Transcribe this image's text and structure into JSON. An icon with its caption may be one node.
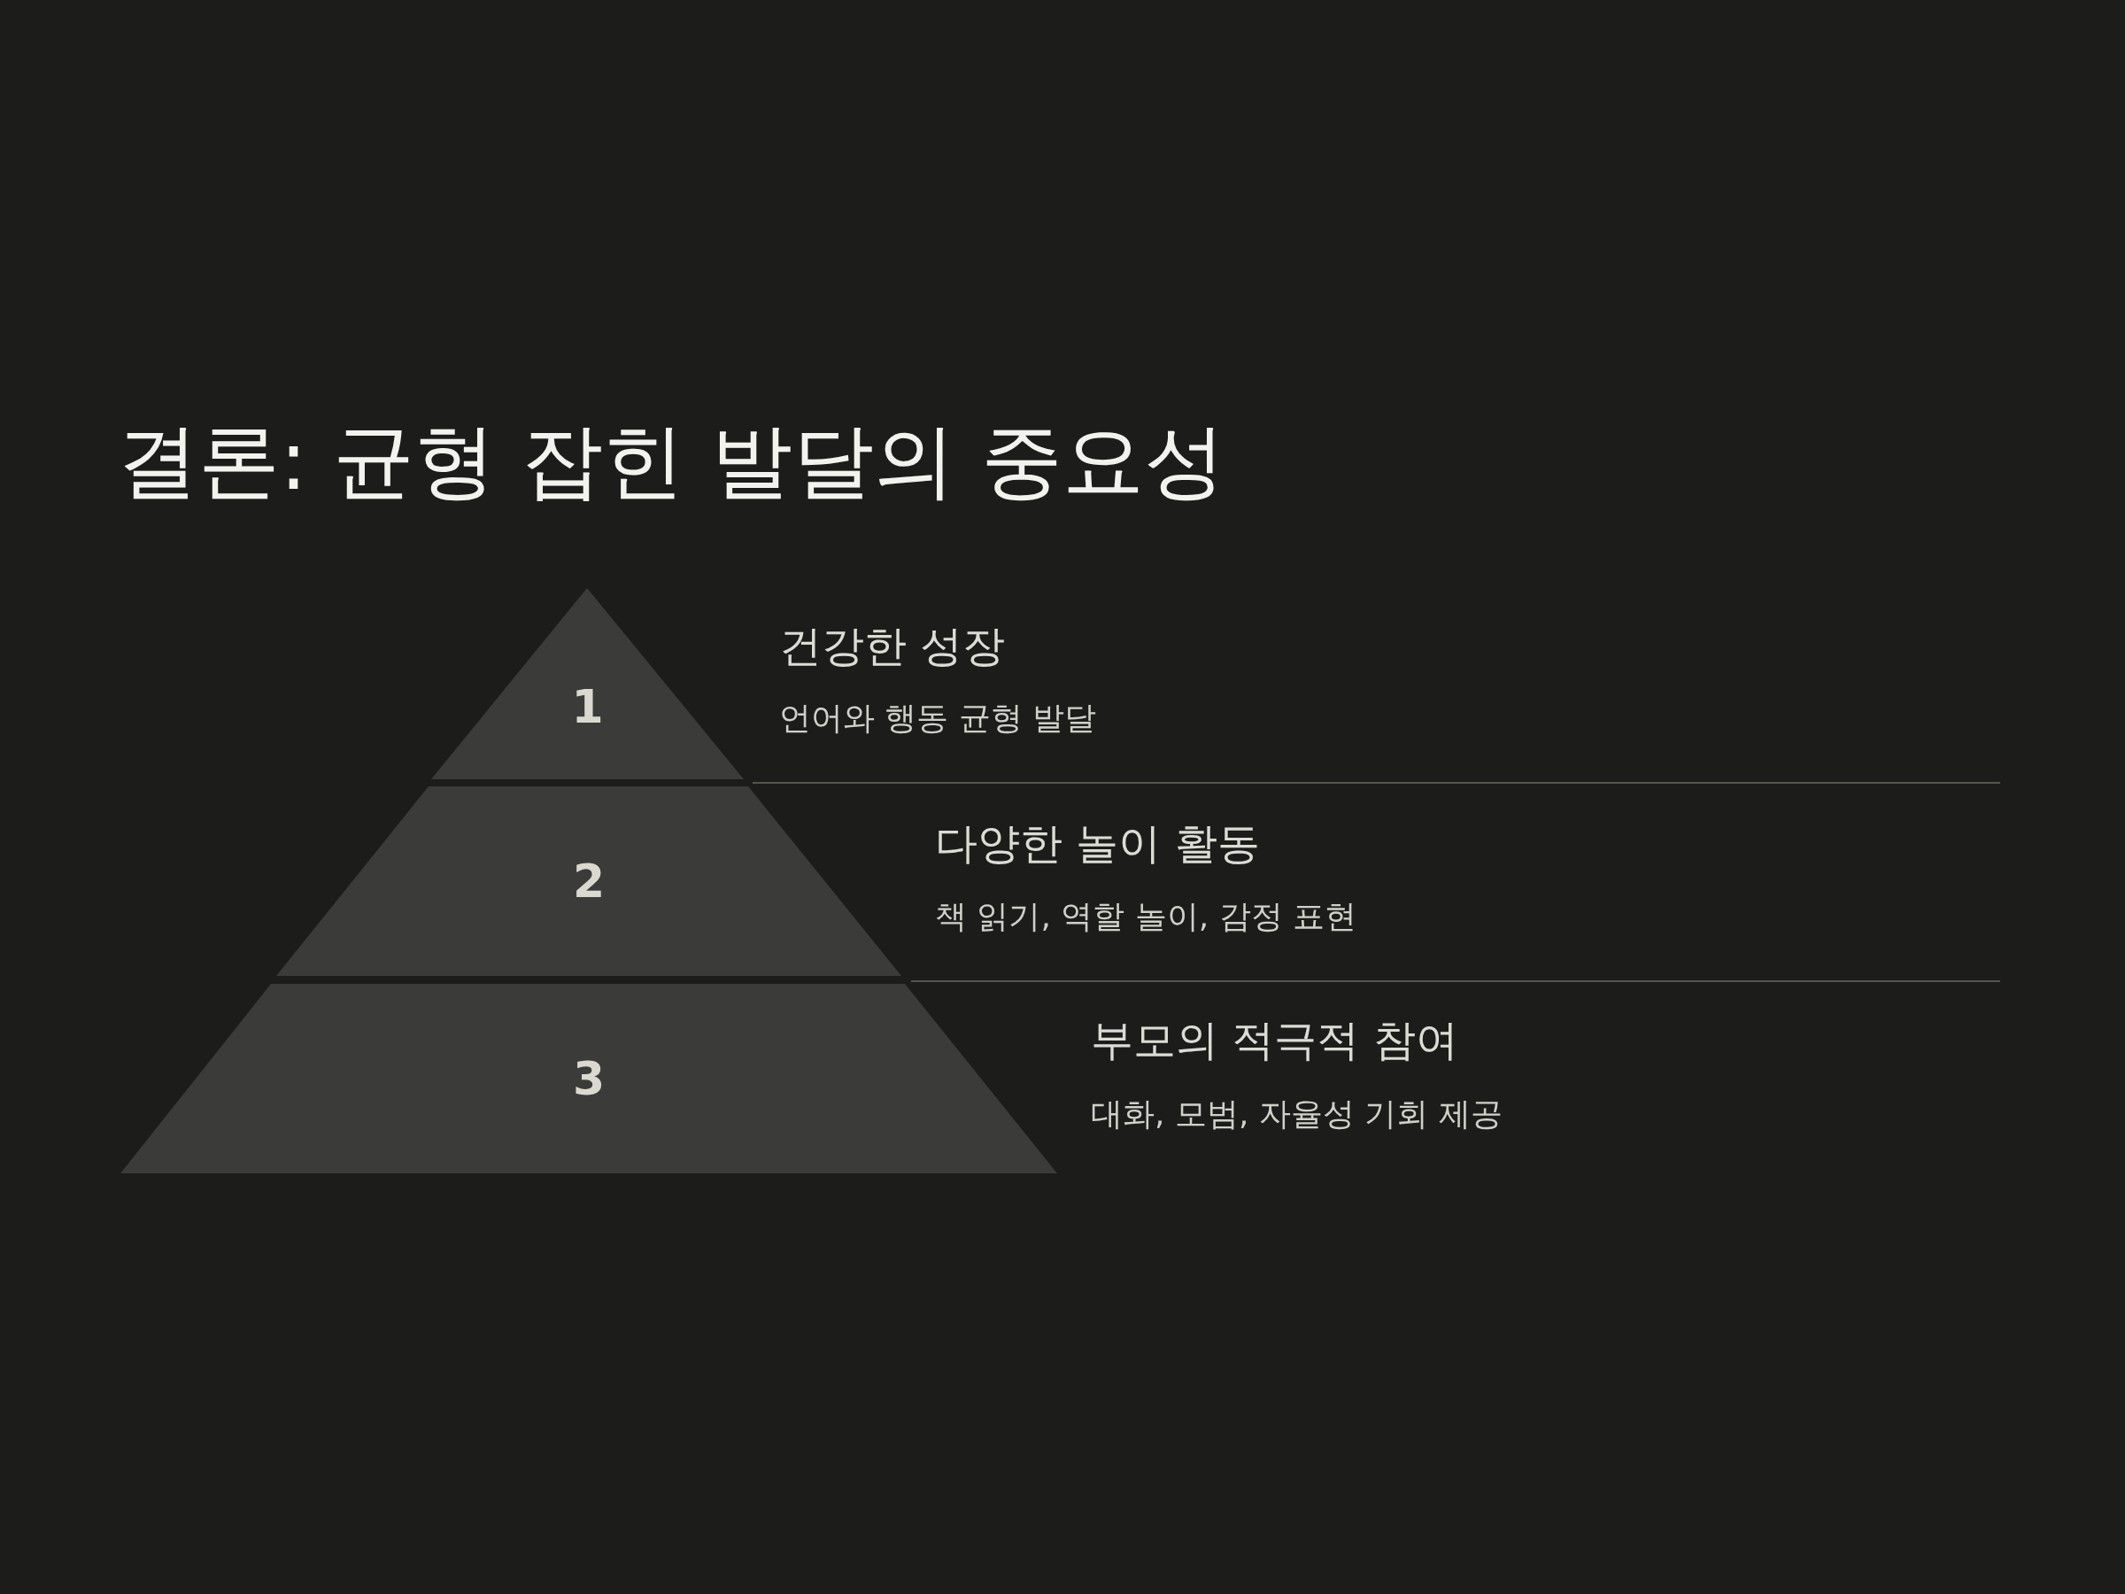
{
  "diagram": {
    "title": "결론: 균형 잡힌 발달의 중요성",
    "nodes": [
      {
        "text": [
          "1"
        ],
        "beside": [
          "건강한 성장",
          "언어와 행동 균형 발달"
        ]
      },
      {
        "text": [
          "2"
        ],
        "beside": [
          "다양한 놀이 활동",
          "책 읽기, 역할 놀이, 감정 표현"
        ]
      },
      {
        "text": [
          "3"
        ],
        "beside": [
          "부모의 적극적 참여",
          "대화, 모범, 자율성 기회 제공"
        ]
      }
    ]
  }
}
